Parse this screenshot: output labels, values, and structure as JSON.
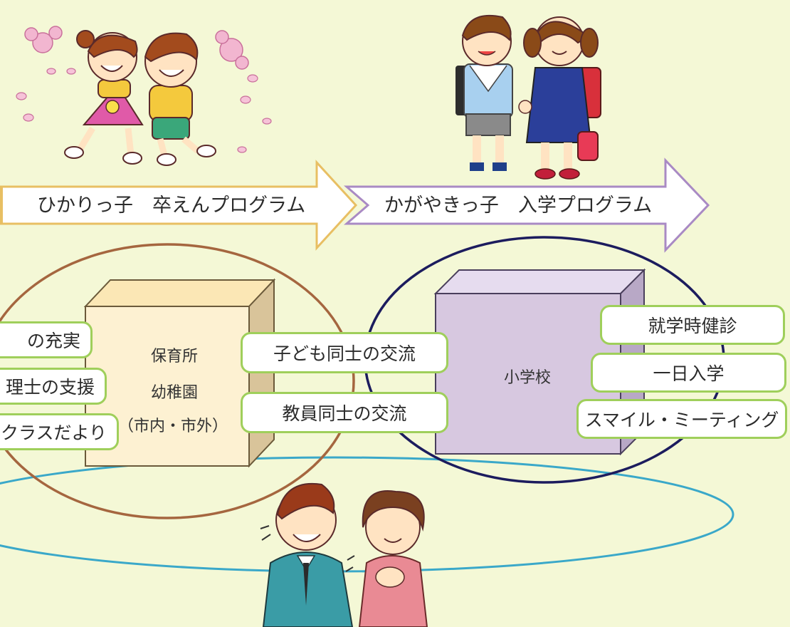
{
  "colors": {
    "background": "#f4f8d6",
    "arrow_left_border": "#e8bf63",
    "arrow_right_border": "#a98ac4",
    "circle_left": "#a5663f",
    "circle_right": "#1c1c5e",
    "parent_ellipse": "#3aa8c9",
    "tag_border": "#9fcf5b",
    "box_left_face": "#fdf1d2",
    "box_right_face": "#d7c8e0"
  },
  "arrows": {
    "left_label": "ひかりっ子　卒えんプログラム",
    "right_label": "かがやきっ子　入学プログラム"
  },
  "boxes": {
    "nursery": {
      "lines": [
        "保育所",
        "幼稚園",
        "（市内・市外）"
      ]
    },
    "school": {
      "label": "小学校"
    }
  },
  "tags": {
    "left": [
      "の充実",
      "理士の支援",
      "クラスだより"
    ],
    "middle": [
      "子ども同士の交流",
      "教員同士の交流"
    ],
    "right": [
      "就学時健診",
      "一日入学",
      "スマイル・ミーティング"
    ]
  },
  "illustrations": {
    "top_left": "kindergarten-children-running",
    "top_right": "school-children-holding-hands",
    "bottom": "smiling-parents"
  }
}
